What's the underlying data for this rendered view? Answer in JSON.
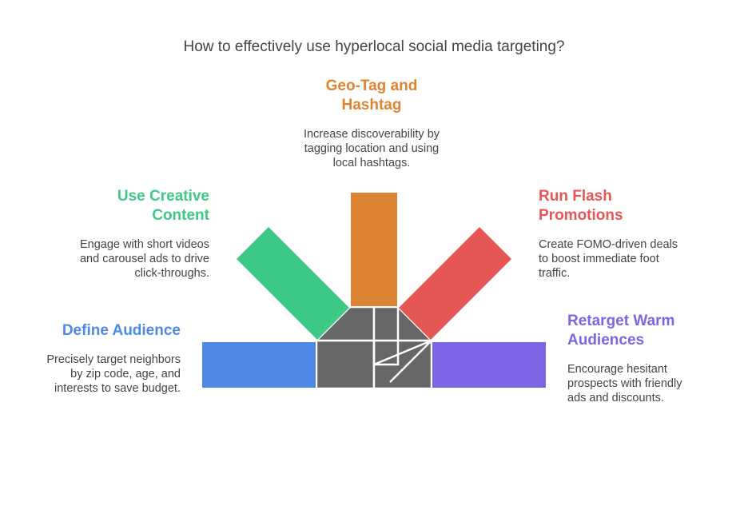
{
  "title": "How to effectively use hyperlocal social media targeting?",
  "colors": {
    "define": "#4e89e6",
    "creative": "#3ec986",
    "geotag": "#dd8432",
    "flash": "#e55755",
    "retarget": "#7e64e4",
    "hub": "#666666"
  },
  "steps": {
    "define": {
      "heading": "Define Audience",
      "desc_lines": [
        "Precisely target neighbors",
        "by zip code, age, and",
        "interests to save budget."
      ]
    },
    "creative": {
      "heading_lines": [
        "Use Creative",
        "Content"
      ],
      "desc_lines": [
        "Engage with short videos",
        "and carousel ads to drive",
        "click-throughs."
      ]
    },
    "geotag": {
      "heading_lines": [
        "Geo-Tag and",
        "Hashtag"
      ],
      "desc_lines": [
        "Increase discoverability by",
        "tagging location and using",
        "local hashtags."
      ]
    },
    "flash": {
      "heading_lines": [
        "Run Flash",
        "Promotions"
      ],
      "desc_lines": [
        "Create FOMO-driven deals",
        "to boost immediate foot",
        "traffic."
      ]
    },
    "retarget": {
      "heading_lines": [
        "Retarget Warm",
        "Audiences"
      ],
      "desc_lines": [
        "Encourage hesitant",
        "prospects with friendly",
        "ads and discounts."
      ]
    }
  }
}
